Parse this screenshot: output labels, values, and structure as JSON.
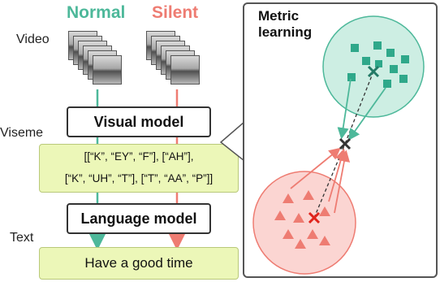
{
  "columns": {
    "normal": "Normal",
    "silent": "Silent"
  },
  "labels": {
    "video": "Video",
    "viseme": "Viseme",
    "text": "Text"
  },
  "visual_model": "Visual model",
  "language_model": "Language model",
  "viseme_lines": [
    "[[“K”, “EY”, “F”], [“AH”],",
    "[“K”, “UH”, “T”], [“T”, “AA”, “P”]]"
  ],
  "output_text": "Have a good time",
  "metric": {
    "title_line1": "Metric",
    "title_line2": "learning"
  },
  "colors": {
    "normal": "#4db89a",
    "silent": "#ee7c72",
    "normal_fill": "#cdeee3",
    "silent_fill": "#fbd5d2",
    "viseme_bg": "#ecf7b8"
  }
}
